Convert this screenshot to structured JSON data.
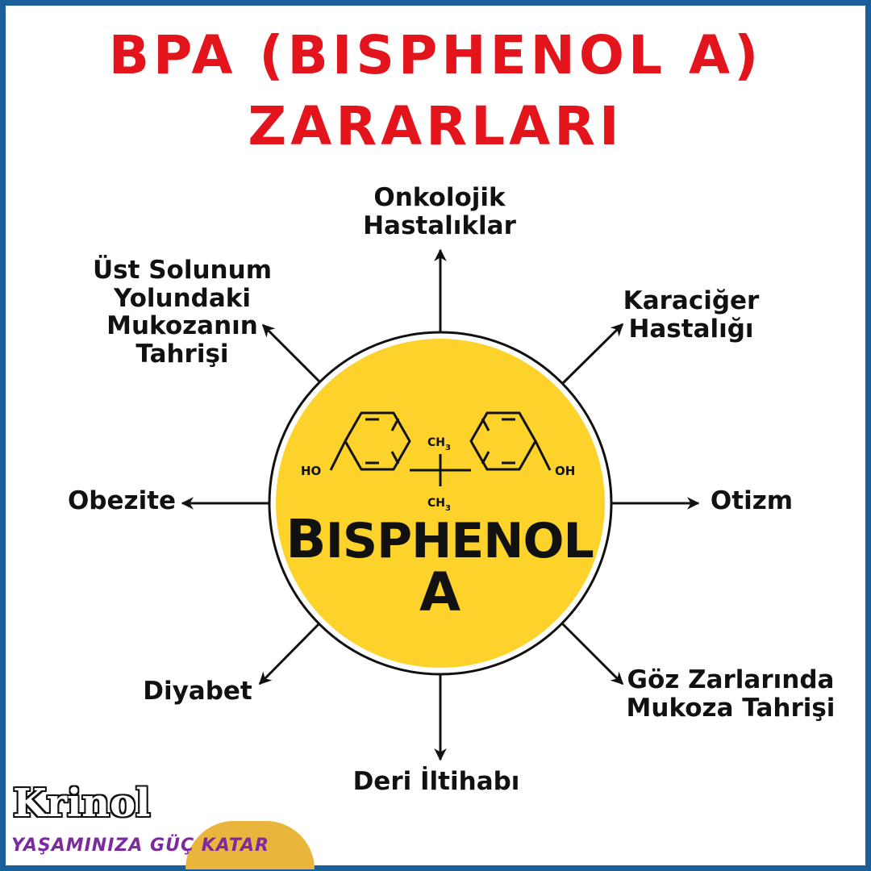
{
  "title": {
    "line1": "BPA (BISPHENOL A)",
    "line2": "ZARARLARI"
  },
  "center": {
    "name_first": "B",
    "name_rest": "ISPHENOL",
    "name_last": "A",
    "molecule": {
      "ho_left": "HO",
      "oh_right": "OH",
      "ch3_top": "CH",
      "ch3_bottom": "CH",
      "sub": "3"
    }
  },
  "effects": {
    "top": [
      "Onkolojik",
      "Hastalıklar"
    ],
    "top_right": [
      "Karaciğer",
      "Hastalığı"
    ],
    "right": [
      "Otizm"
    ],
    "bottom_right": [
      "Göz Zarlarında",
      "Mukoza Tahrişi"
    ],
    "bottom": [
      "Deri İltihabı"
    ],
    "bottom_left": [
      "Diyabet"
    ],
    "left": [
      "Obezite"
    ],
    "top_left": [
      "Üst Solunum",
      "Yolundaki",
      "Mukozanın",
      "Tahrişi"
    ]
  },
  "logo": {
    "brand": "Krinol",
    "tagline": "YAŞAMINIZA GÜÇ KATAR"
  },
  "colors": {
    "title": "#e3141b",
    "circle_fill": "#fdd22a",
    "border": "#1a5e9a",
    "tagline": "#7d2aa0",
    "swoosh": "#eab53c"
  }
}
